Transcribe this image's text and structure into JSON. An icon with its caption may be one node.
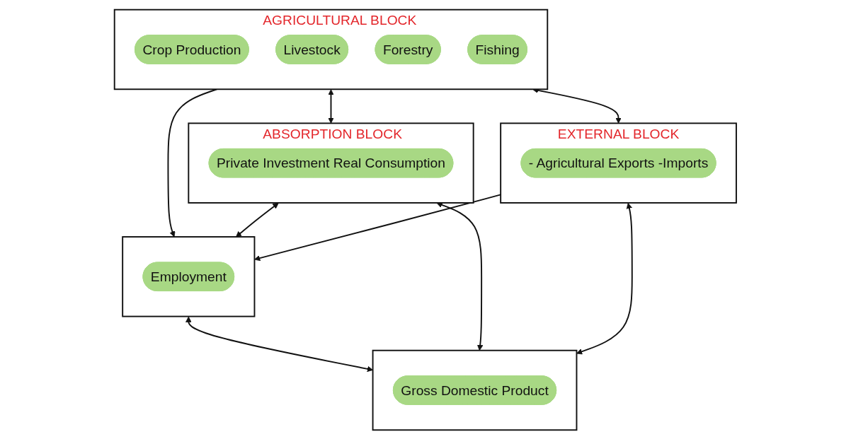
{
  "diagram": {
    "nodes": [
      {
        "text": [
          "AGRICULTURAL BLOCK"
        ]
      },
      {
        "text": [
          "Crop Production"
        ],
        "in": 0
      },
      {
        "text": [
          "Livestock"
        ],
        "in": 0
      },
      {
        "text": [
          "Forestry"
        ],
        "in": 0
      },
      {
        "text": [
          "Fishing"
        ],
        "in": 0
      },
      {
        "text": [
          "ABSORPTION BLOCK"
        ]
      },
      {
        "text": [
          "Private Investment Real Consumption"
        ],
        "in": 5
      },
      {
        "text": [],
        "shape": "box"
      },
      {
        "text": [
          "Employment"
        ],
        "in": 7
      },
      {
        "text": [
          "EXTERNAL BLOCK"
        ]
      },
      {
        "text": [
          "- Agricultural Exports -Imports"
        ],
        "in": 9
      },
      {
        "text": [],
        "shape": "box"
      },
      {
        "text": [
          "Gross Domestic Product"
        ],
        "in": 11
      }
    ],
    "edges": [
      {
        "from": 0,
        "to": 5,
        "arrow": "both"
      },
      {
        "from": 0,
        "to": 9,
        "arrow": "both"
      },
      {
        "from": 0,
        "to": 7,
        "arrow": "to"
      },
      {
        "from": 5,
        "to": 7,
        "arrow": "both"
      },
      {
        "from": 9,
        "to": 7,
        "arrow": "to"
      },
      {
        "from": 7,
        "to": 11,
        "arrow": "both"
      },
      {
        "from": 5,
        "to": 11,
        "arrow": "both"
      },
      {
        "from": 9,
        "to": 11,
        "arrow": "both"
      }
    ]
  }
}
